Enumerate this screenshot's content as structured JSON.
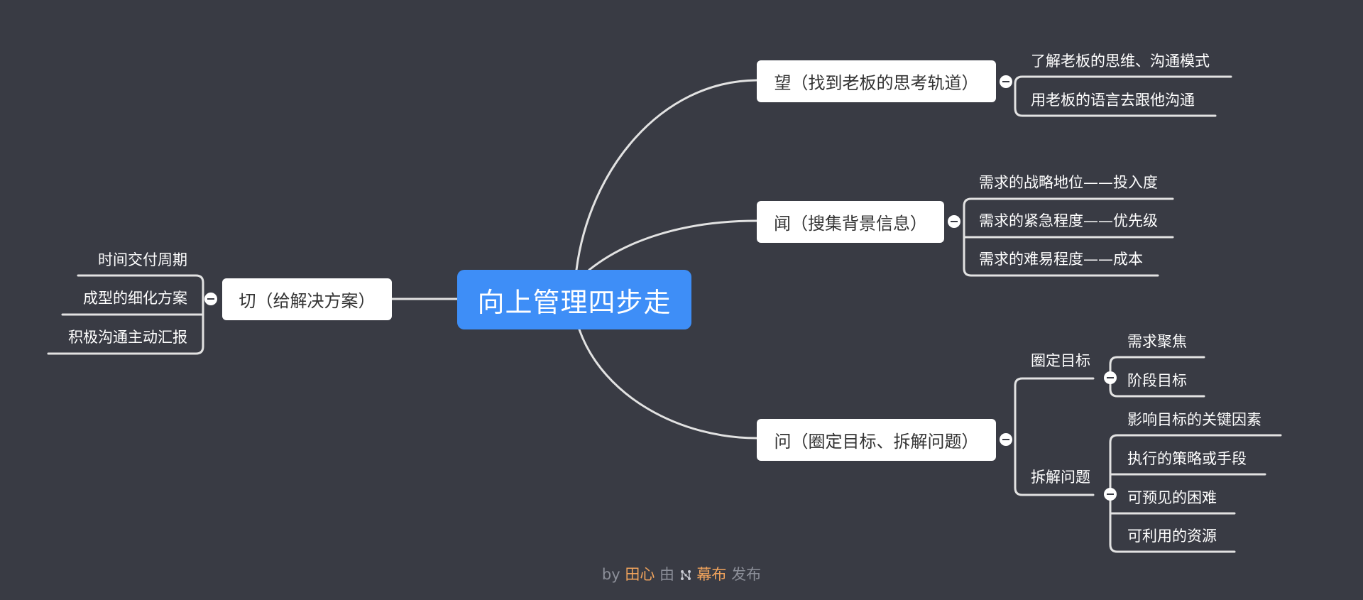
{
  "root": {
    "title": "向上管理四步走"
  },
  "branches": {
    "wang": {
      "label": "望（找到老板的思考轨道）",
      "children": [
        "了解老板的思维、沟通模式",
        "用老板的语言去跟他沟通"
      ]
    },
    "wen_hear": {
      "label": "闻（搜集背景信息）",
      "children": [
        "需求的战略地位——投入度",
        "需求的紧急程度——优先级",
        "需求的难易程度——成本"
      ]
    },
    "wen_ask": {
      "label": "问（圈定目标、拆解问题）",
      "subgroups": [
        {
          "label": "圈定目标",
          "children": [
            "需求聚焦",
            "阶段目标"
          ]
        },
        {
          "label": "拆解问题",
          "children": [
            "影响目标的关键因素",
            "执行的策略或手段",
            "可预见的困难",
            "可利用的资源"
          ]
        }
      ]
    },
    "qie": {
      "label": "切（给解决方案）",
      "children": [
        "时间交付周期",
        "成型的细化方案",
        "积极沟通主动汇报"
      ]
    }
  },
  "footer": {
    "by": "by",
    "author": "田心",
    "middle": "由",
    "brand": "幕布",
    "suffix": "发布"
  },
  "colors": {
    "background": "#393b44",
    "root": "#3e8ef7",
    "line": "#e6e6e6",
    "accent": "#f0a35c"
  }
}
